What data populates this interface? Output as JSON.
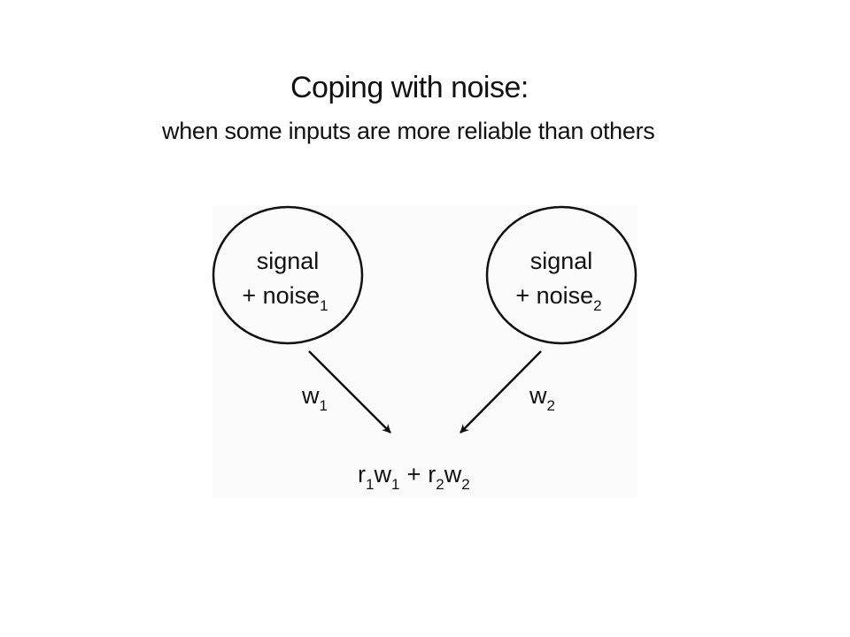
{
  "title": "Coping with noise:",
  "subtitle": "when some inputs are more reliable than others",
  "nodes": [
    {
      "line1": "signal",
      "line2": "+ noise",
      "subscript": "1"
    },
    {
      "line1": "signal",
      "line2": "+ noise",
      "subscript": "2"
    }
  ],
  "edges": [
    {
      "label": "w",
      "subscript": "1"
    },
    {
      "label": "w",
      "subscript": "2"
    }
  ],
  "output": {
    "r1": "r",
    "r1_sub": "1",
    "w1": "w",
    "w1_sub": "1",
    "plus": "+",
    "r2": "r",
    "r2_sub": "2",
    "w2": "w",
    "w2_sub": "2"
  },
  "colors": {
    "stroke": "#111111",
    "figure_background": "#fbfbfb"
  }
}
